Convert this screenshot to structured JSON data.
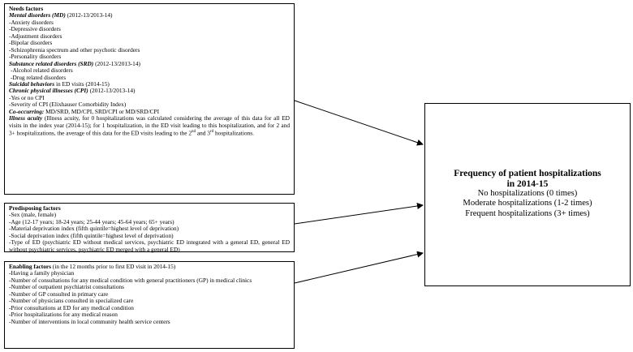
{
  "needs": {
    "title": "Needs factors",
    "md_label": "Mental disorders (MD)",
    "md_years": " (2012-13/2013-14)",
    "md_items": [
      "-Anxiety disorders",
      "-Depressive disorders",
      "-Adjustment disorders",
      "-Bipolar disorders",
      "-Schizophrenia spectrum and other psychotic disorders",
      "-Personality disorders"
    ],
    "srd_label": "Substance related disorders (SRD)",
    "srd_years": " (2012-13/2013-14)",
    "srd_items": [
      "-Alcohol related disorders",
      "-Drug related disorders"
    ],
    "suicidal_label": "Suicidal behaviors",
    "suicidal_rest": " in ED visits (2014-15)",
    "cpi_label": "Chronic physical illnesses (CPI)",
    "cpi_years": " (2012-13/2013-14)",
    "cpi_items": [
      "-Yes or no CPI",
      "-Severity of CPI (Elixhauser Comorbidity Index)"
    ],
    "cooc_label": "Co-occurring:",
    "cooc_rest": " MD/SRD, MD/CPI, SRD/CPI or MD/SRD/CPI",
    "acuity_label": "Illness acuity",
    "acuity_rest": " (Illness acuity, for 0 hospitalizations was calculated considering the average of this data for all ED visits in the index year (2014-15); for 1 hospitalization, in the ED visit leading to this hospitalization, and for 2 and 3+ hospitalizations, the average of this data for the ED visits leading to the 2",
    "acuity_sup1": "nd",
    "acuity_mid": " and 3",
    "acuity_sup2": "rd",
    "acuity_end": " hospitalizations."
  },
  "predisposing": {
    "title": "Predisposing factors",
    "items": [
      "-Sex (male, female)",
      "-Age (12-17 years; 18-24 years; 25-44 years; 45-64 years; 65+ years)",
      "-Material deprivation index (fifth quintile=highest level of deprivation)",
      "-Social deprivation index (fifth quintile=highest level of deprivation)",
      "-Type of ED (psychiatric ED without medical services, psychiatric ED integrated with a general ED, general ED without psychiatric services, psychiatric ED merged with a general ED)"
    ]
  },
  "enabling": {
    "title": "Enabling factors",
    "title_rest": " (in the 12 months prior to first ED visit in 2014-15)",
    "items": [
      "-Having a family physician",
      "-Number of consultations for any medical condition with general practitioners (GP) in medical clinics",
      "-Number of outpatient psychiatrist consultations",
      "-Number of GP consulted in primary care",
      "-Number of physicians consulted in specialized care",
      "-Prior consultations at ED for any medical condition",
      "-Prior hospitalizations for any medical reason",
      "-Number of interventions in local community health service centers"
    ]
  },
  "outcome": {
    "title_line1": "Frequency of patient hospitalizations",
    "title_line2": "in 2014-15",
    "items": [
      "No hospitalizations (0 times)",
      "Moderate hospitalizations (1-2 times)",
      "Frequent hospitalizations (3+ times)"
    ]
  }
}
